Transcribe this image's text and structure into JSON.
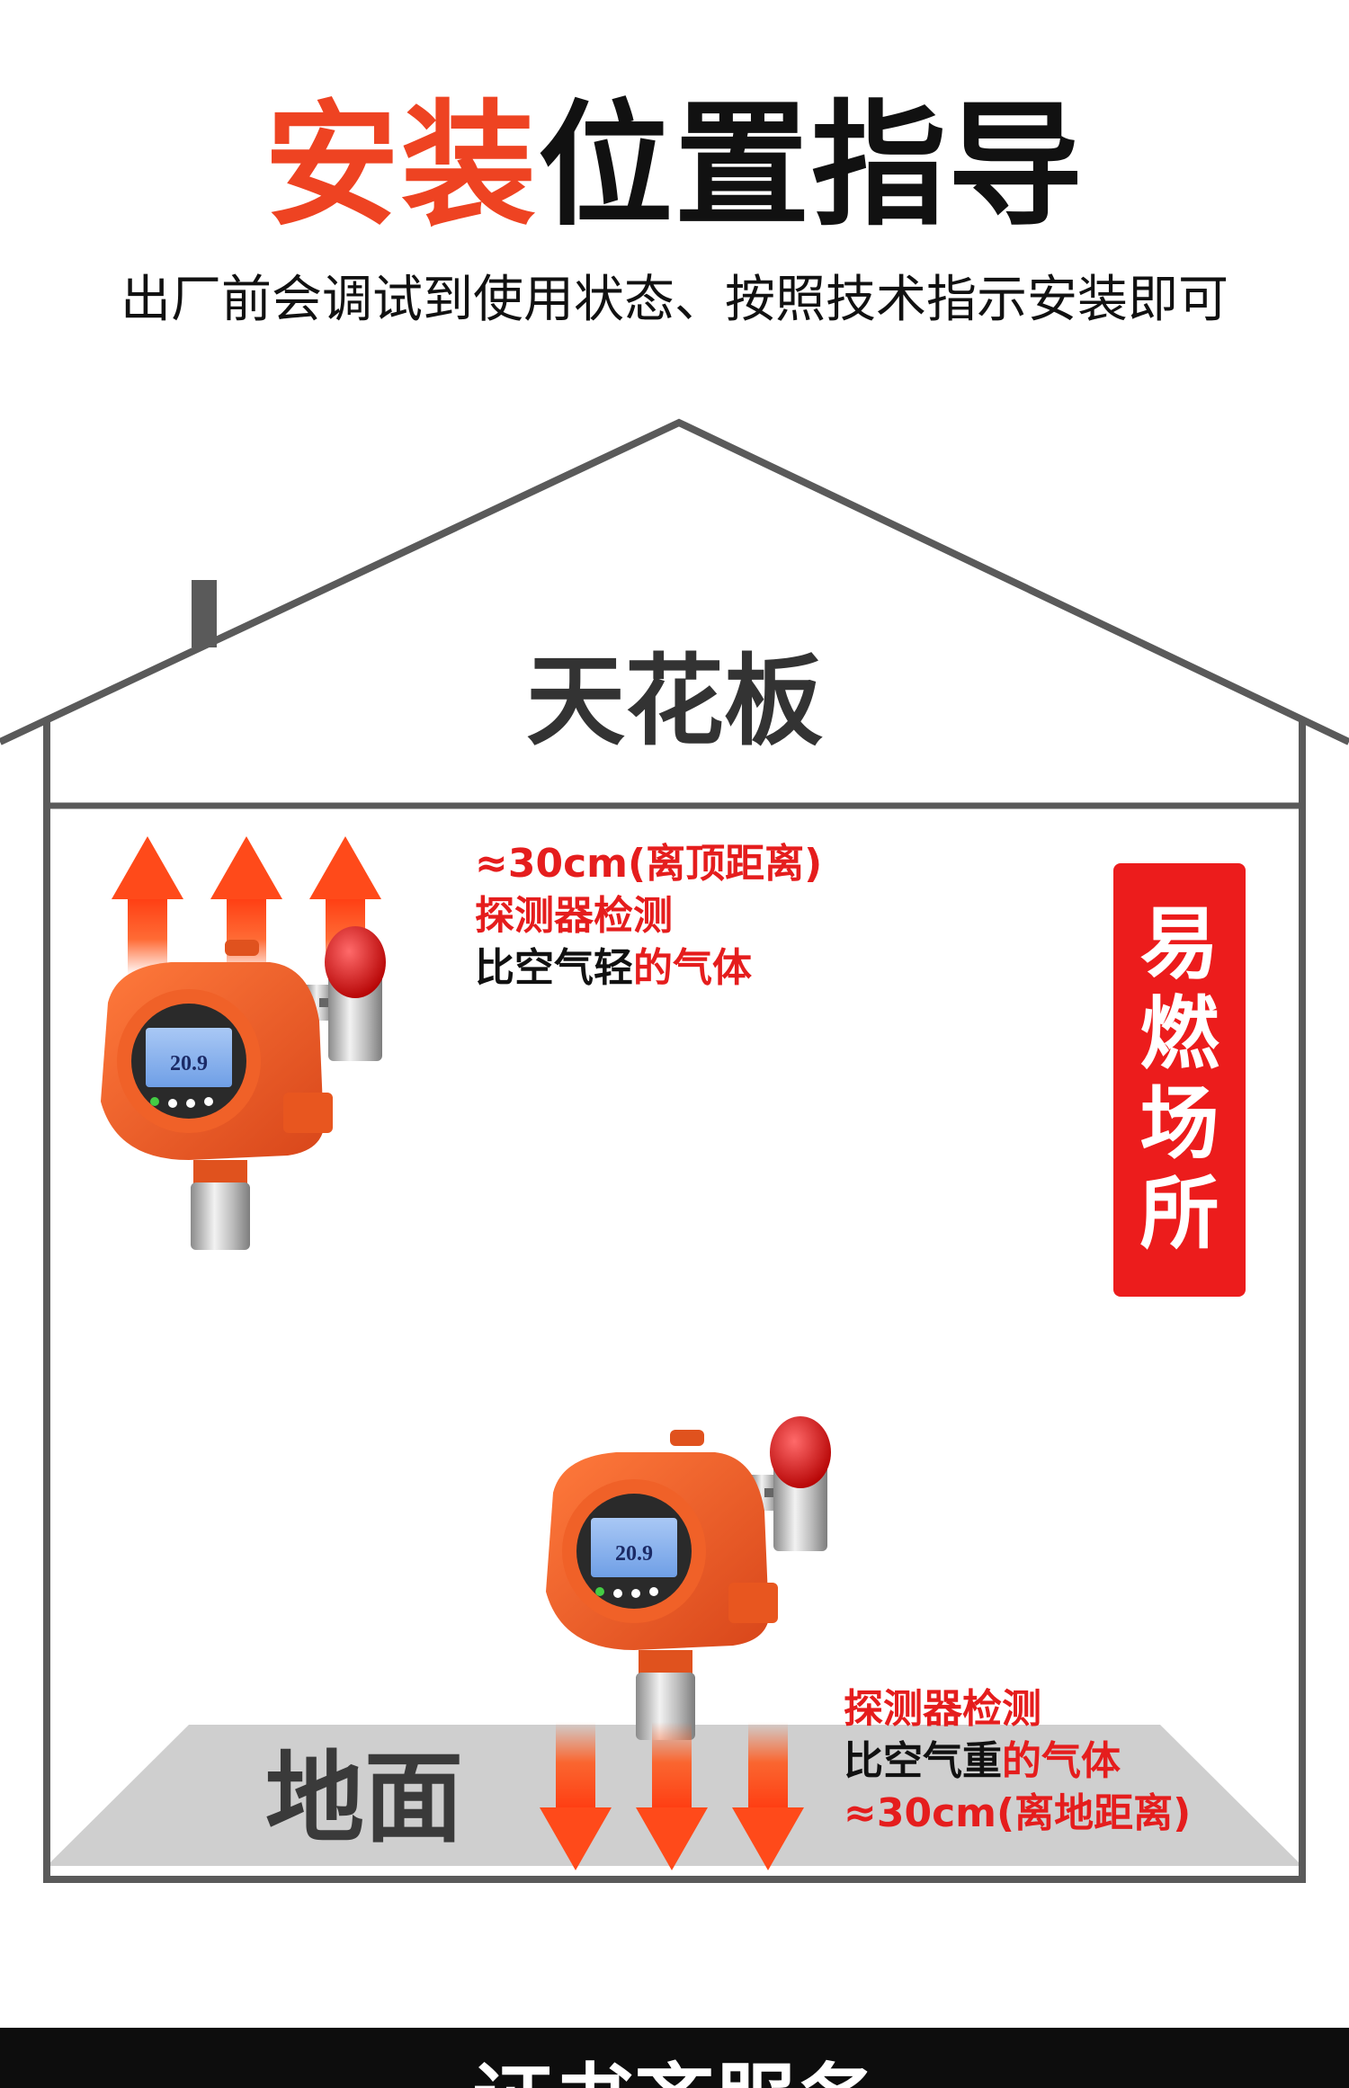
{
  "header": {
    "title_accent": "安装",
    "title_rest": "位置指导",
    "subtitle": "出厂前会调试到使用状态、按照技术指示安装即可"
  },
  "diagram": {
    "ceiling_label": "天花板",
    "ground_label": "地面",
    "badge_text": "易燃场所",
    "top_note": {
      "line1": "≈30cm(离顶距离)",
      "line2": "探测器检测",
      "line3_black": "比空气轻",
      "line3_red": "的气体"
    },
    "bottom_note": {
      "line1": "探测器检测",
      "line2_black": "比空气重",
      "line2_red": "的气体",
      "line3": "≈30cm(离地距离)"
    },
    "detector_screen_value": "20.9"
  },
  "footer": {
    "partial_text": "证书齐服务"
  },
  "colors": {
    "accent_orange": "#ee4322",
    "note_red": "#e51d1d",
    "badge_red": "#ec1c1c",
    "detector_orange": "#f05a22",
    "arrow_orange": "#ff5a1e",
    "house_line": "#5a5a5a",
    "ground_gray": "#cfcfcf"
  }
}
